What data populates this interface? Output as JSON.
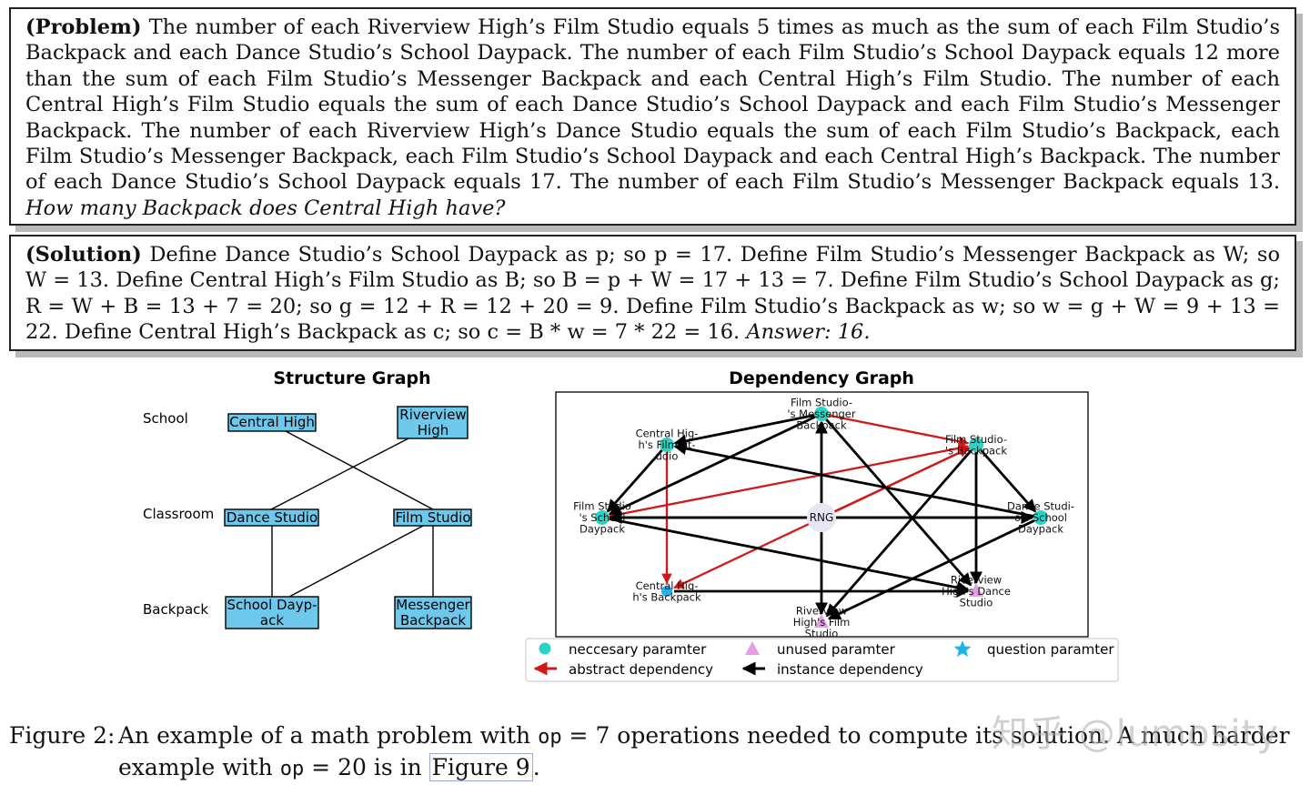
{
  "problem": {
    "label": "(Problem)",
    "text": " The number of each Riverview High’s Film Studio equals 5 times as much as the sum of each Film Studio’s Backpack and each Dance Studio’s School Daypack. The number of each Film Studio’s School Daypack equals 12 more than the sum of each Film Studio’s Messenger Backpack and each Central High’s Film Studio. The number of each Central High’s Film Studio equals the sum of each Dance Studio’s School Daypack and each Film Studio’s Messenger Backpack. The number of each Riverview High’s Dance Studio equals the sum of each Film Studio’s Backpack, each Film Studio’s Messenger Backpack, each Film Studio’s School Daypack and each Central High’s Backpack. The number of each Dance Studio’s School Daypack equals 17. The number of each Film Studio’s Messenger Backpack equals 13. ",
    "question": "How many Backpack does Central High have?"
  },
  "solution": {
    "label": "(Solution)",
    "text": " Define Dance Studio’s School Daypack as p; so p = 17. Define Film Studio’s Messenger Backpack as W; so W = 13. Define Central High’s Film Studio as B; so B = p + W = 17 + 13 = 7. Define Film Studio’s School Daypack as g; R = W + B = 13 + 7 = 20; so g = 12 + R = 12 + 20 = 9. Define Film Studio’s Backpack as w; so w = g + W = 9 + 13 = 22. Define Central High’s Backpack as c; so c = B * w = 7 * 22 = 16. ",
    "answer": "Answer: 16."
  },
  "structure_graph": {
    "title": "Structure Graph",
    "levels": [
      "School",
      "Classroom",
      "Backpack"
    ],
    "nodes": {
      "central_high": [
        "Central High"
      ],
      "riverview_high": [
        "Riverview",
        "High"
      ],
      "dance_studio": [
        "Dance Studio"
      ],
      "film_studio": [
        "Film Studio"
      ],
      "school_daypack": [
        "School Dayp-",
        "ack"
      ],
      "messenger_backpack": [
        "Messenger",
        "Backpack"
      ]
    }
  },
  "dependency_graph": {
    "title": "Dependency Graph",
    "nodes": {
      "fs_messenger": [
        "Film Studio-",
        "'s Messenger",
        "Backpack"
      ],
      "ch_film": [
        "Central Hig-",
        "h's Film St-",
        "udio"
      ],
      "fs_backpack": [
        "Film Studio-",
        "'s Backpack"
      ],
      "fs_daypack": [
        "Film Studio",
        "'s School",
        "Daypack"
      ],
      "rng": [
        "RNG"
      ],
      "ds_daypack": [
        "Dance Studi-",
        "o's School",
        "Daypack"
      ],
      "ch_backpack": [
        "Central Hig-",
        "h's Backpack"
      ],
      "rh_dance": [
        "Riverview",
        "High's Dance",
        "Studio"
      ],
      "rh_film": [
        "Riverview",
        "High's Film",
        "Studio"
      ]
    },
    "legend": {
      "necessary": "neccesary paramter",
      "unused": "unused paramter",
      "question": "question paramter",
      "abstract": "abstract dependency",
      "instance": "instance dependency"
    },
    "colors": {
      "necessary": "#2ad3c6",
      "unused": "#e59ee3",
      "question": "#1eb4ea",
      "abstract": "#d01818",
      "instance": "#000000",
      "rng": "#e6e6f5"
    }
  },
  "caption": {
    "label": "Figure 2:",
    "text1": "An example of a math problem with ",
    "op": "op",
    "text2": " = 7 operations needed to compute its solution. A much harder",
    "text3": "example with ",
    "text4": " = 20 is in ",
    "figref": "Figure 9",
    "end": "."
  },
  "watermark": "知乎 @lumosity"
}
